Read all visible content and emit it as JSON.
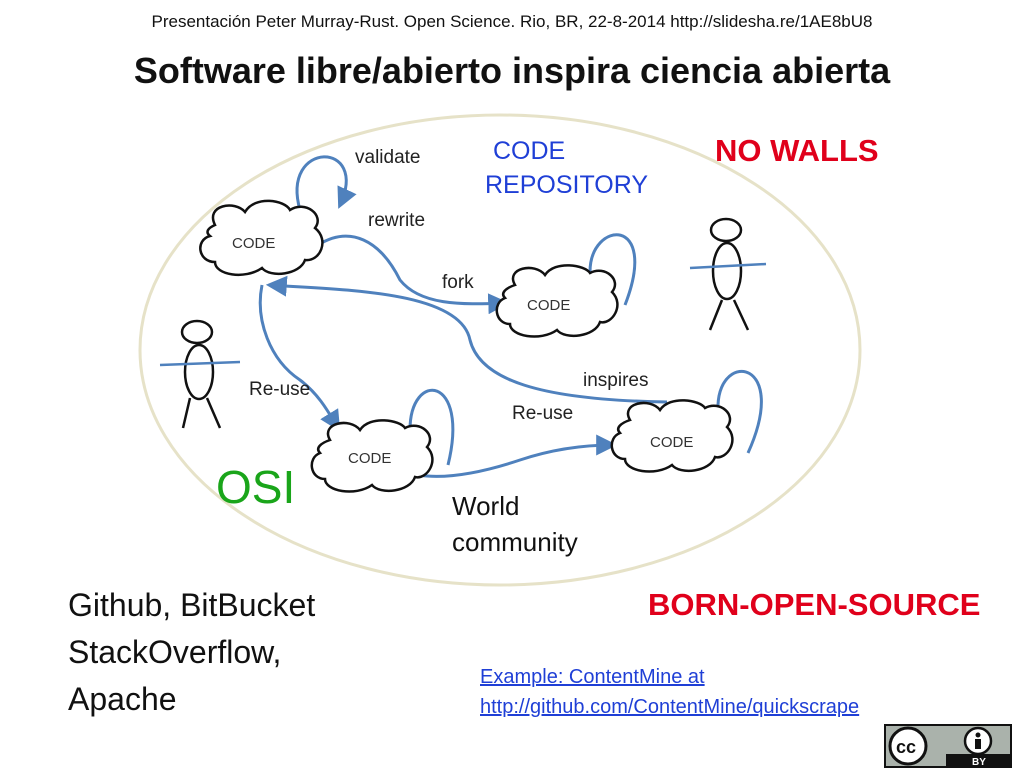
{
  "slide": {
    "header": "Presentación Peter Murray-Rust. Open Science. Rio, BR, 22-8-2014 http://slidesha.re/1AE8bU8",
    "title": "Software libre/abierto inspira ciencia abierta"
  },
  "diagram": {
    "code_label": "CODE",
    "code_repository": [
      "CODE",
      "REPOSITORY"
    ],
    "no_walls": "NO WALLS",
    "arrow_labels": {
      "validate": "validate",
      "rewrite": "rewrite",
      "fork": "fork",
      "reuse_left": "Re-use",
      "inspires": "inspires",
      "reuse_right": "Re-use"
    },
    "osi": "OSI",
    "world_community": [
      "World",
      "community"
    ]
  },
  "platforms": [
    "Github, BitBucket",
    "StackOverflow,",
    "Apache"
  ],
  "born_open_source": "BORN-OPEN-SOURCE",
  "example_link": [
    "Example: ContentMine at",
    "http://github.com/ContentMine/quickscrape"
  ],
  "license_badge": {
    "label": "BY",
    "icons": [
      "cc-icon",
      "attribution-icon"
    ]
  },
  "colors": {
    "arrow": "#4f81bd",
    "ellipse": "#e6e2c8",
    "red": "#e0001b",
    "blue": "#1f3fd6",
    "green": "#1aa51a"
  }
}
